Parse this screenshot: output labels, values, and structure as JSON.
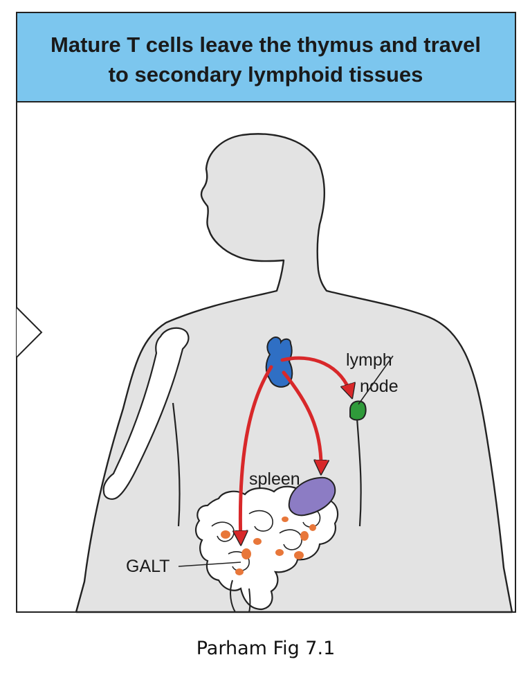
{
  "title": {
    "line1": "Mature T cells leave the thymus and travel",
    "line2": "to secondary lymphoid tissues"
  },
  "labels": {
    "lymph_line1": "lymph",
    "lymph_line2": "node",
    "spleen": "spleen",
    "galt": "GALT"
  },
  "caption": "Parham Fig 7.1",
  "colors": {
    "banner": "#7cc6ee",
    "body": "#e3e3e3",
    "thymus": "#2f6fc4",
    "lymph_node": "#2f9a3a",
    "spleen": "#8c7cc4",
    "arrow": "#d8282a",
    "galt_follicle": "#e8773a"
  }
}
